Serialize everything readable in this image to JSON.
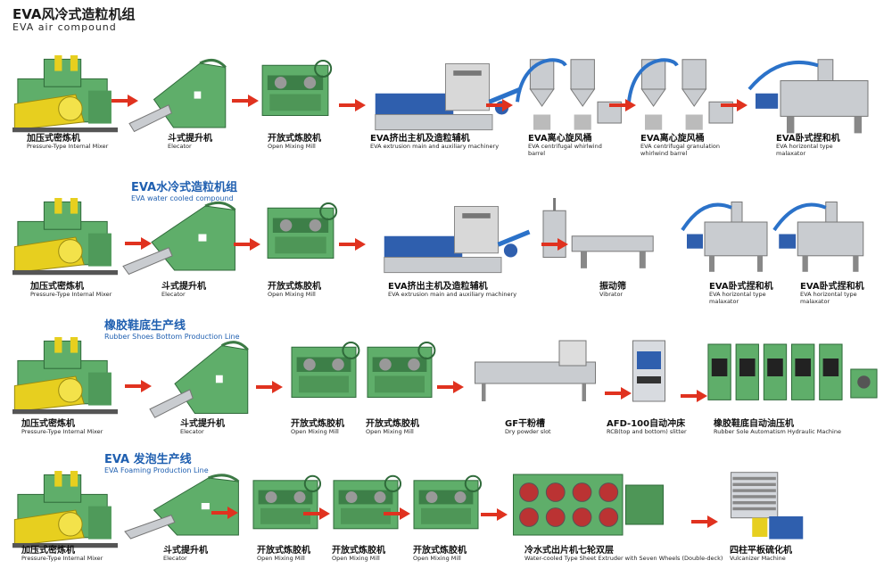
{
  "header": {
    "title_cn": "EVA风冷式造粒机组",
    "title_en": "EVA air compound"
  },
  "colors": {
    "machine_green": "#5fae6a",
    "mixer_yellow": "#e7cf1f",
    "arrow_red": "#e0321f",
    "section_blue": "#1f5fb0",
    "machine_blue": "#2f5fae",
    "steel": "#c9ccd0"
  },
  "rows": [
    {
      "section_cn": "",
      "section_en": "",
      "machines": [
        {
          "cn": "加压式密炼机",
          "en": "Pressure-Type Internal Mixer",
          "icon": "internal-mixer"
        },
        {
          "cn": "斗式提升机",
          "en": "Elecator",
          "icon": "bucket-elevator"
        },
        {
          "cn": "开放式炼胶机",
          "en": "Open Mixing Mill",
          "icon": "open-mill"
        },
        {
          "cn": "EVA挤出主机及造粒辅机",
          "en": "EVA extrusion main and auxiliary machinery",
          "icon": "extruder-line"
        },
        {
          "cn": "EVA离心旋风桶",
          "en": "EVA centrifugal whirlwind barrel",
          "icon": "cyclone-barrel"
        },
        {
          "cn": "EVA离心旋风桶",
          "en": "EVA centrifugal granulation whirlwind barrel",
          "icon": "granulation-barrel"
        },
        {
          "cn": "EVA卧式捏和机",
          "en": "EVA horizontal type malaxator",
          "icon": "horizontal-malaxator"
        }
      ]
    },
    {
      "section_cn": "EVA水冷式造粒机组",
      "section_en": "EVA water cooled compound",
      "machines": [
        {
          "cn": "加压式密炼机",
          "en": "Pressure-Type Internal Mixer",
          "icon": "internal-mixer"
        },
        {
          "cn": "斗式提升机",
          "en": "Elecator",
          "icon": "bucket-elevator"
        },
        {
          "cn": "开放式炼胶机",
          "en": "Open Mixing Mill",
          "icon": "open-mill"
        },
        {
          "cn": "EVA挤出主机及造粒辅机",
          "en": "EVA extrusion main and auxiliary machinery",
          "icon": "extruder-line"
        },
        {
          "cn": "振动筛",
          "en": "Vibrator",
          "icon": "vibrator"
        },
        {
          "cn": "EVA卧式捏和机",
          "en": "EVA horizontal type malaxator",
          "icon": "horizontal-malaxator"
        },
        {
          "cn": "EVA卧式捏和机",
          "en": "EVA horizontal type malaxator",
          "icon": "horizontal-malaxator"
        }
      ]
    },
    {
      "section_cn": "橡胶鞋底生产线",
      "section_en": "Rubber Shoes Bottom Production Line",
      "machines": [
        {
          "cn": "加压式密炼机",
          "en": "Pressure-Type Internal Mixer",
          "icon": "internal-mixer"
        },
        {
          "cn": "斗式提升机",
          "en": "Elecator",
          "icon": "bucket-elevator"
        },
        {
          "cn": "开放式炼胶机",
          "en": "Open Mixing Mill",
          "icon": "open-mill"
        },
        {
          "cn": "开放式炼胶机",
          "en": "Open Mixing Mill",
          "icon": "open-mill"
        },
        {
          "cn": "GF干粉槽",
          "en": "Dry powder slot",
          "icon": "powder-slot"
        },
        {
          "cn": "AFD-100自动冲床",
          "en": "RCB(top and bottom) slitter",
          "icon": "slitter"
        },
        {
          "cn": "橡胶鞋底自动油压机",
          "en": "Rubber Sole Automatism Hydraulic Machine",
          "icon": "hydraulic-press-line"
        }
      ]
    },
    {
      "section_cn": "EVA 发泡生产线",
      "section_en": "EVA Foaming Production Line",
      "machines": [
        {
          "cn": "加压式密炼机",
          "en": "Pressure-Type Internal Mixer",
          "icon": "internal-mixer"
        },
        {
          "cn": "斗式提升机",
          "en": "Elecator",
          "icon": "bucket-elevator"
        },
        {
          "cn": "开放式炼胶机",
          "en": "Open Mixing Mill",
          "icon": "open-mill"
        },
        {
          "cn": "开放式炼胶机",
          "en": "Open Mixing Mill",
          "icon": "open-mill"
        },
        {
          "cn": "开放式炼胶机",
          "en": "Open Mixing Mill",
          "icon": "open-mill"
        },
        {
          "cn": "冷水式出片机七轮双层",
          "en": "Water-cooled Type Sheet Extruder with Seven Wheels (Double-deck)",
          "icon": "sheet-extruder"
        },
        {
          "cn": "四柱平板硫化机",
          "en": "Vulcanizer Machine",
          "icon": "vulcanizer"
        }
      ]
    }
  ]
}
